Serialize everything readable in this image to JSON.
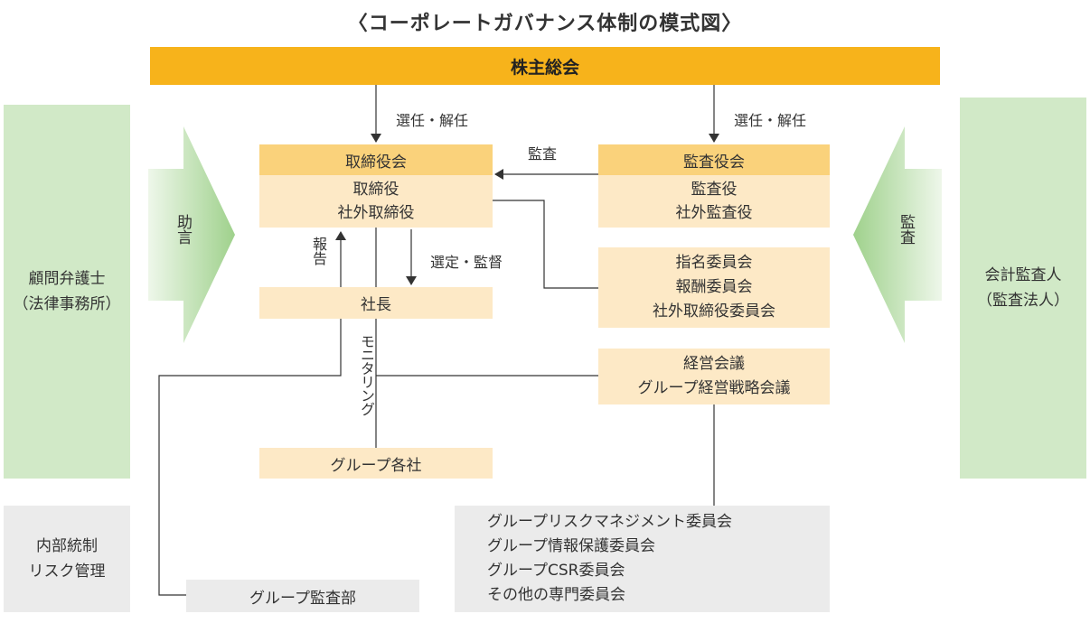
{
  "title": "〈コーポレートガバナンス体制の模式図〉",
  "shareholders_meeting": "株主総会",
  "board": {
    "header": "取締役会",
    "members": [
      "取締役",
      "社外取締役"
    ]
  },
  "audit_board": {
    "header": "監査役会",
    "members": [
      "監査役",
      "社外監査役"
    ]
  },
  "committees": [
    "指名委員会",
    "報酬委員会",
    "社外取締役委員会"
  ],
  "management_meeting": [
    "経営会議",
    "グループ経営戦略会議"
  ],
  "president": "社長",
  "group_companies": "グループ各社",
  "group_audit": "グループ監査部",
  "specialist_committees": [
    "グループリスクマネジメント委員会",
    "グループ情報保護委員会",
    "グループCSR委員会",
    "その他の専門委員会"
  ],
  "internal_control": [
    "内部統制",
    "リスク管理"
  ],
  "legal_advisor": [
    "顧問弁護士",
    "（法律事務所）"
  ],
  "accounting_auditor": [
    "会計監査人",
    "（監査法人）"
  ],
  "labels": {
    "elect_dismiss_left": "選任・解任",
    "elect_dismiss_right": "選任・解任",
    "audit": "監査",
    "report": "報告",
    "select_supervise": "選定・監督",
    "monitoring": "モニタリング",
    "advice": "助言",
    "audit_arrow": "監査"
  },
  "colors": {
    "shareholders": "#f7b31b",
    "header": "#fad27b",
    "pale": "#fde9c6",
    "green": "#d1e9c7",
    "gray": "#ebebeb"
  }
}
